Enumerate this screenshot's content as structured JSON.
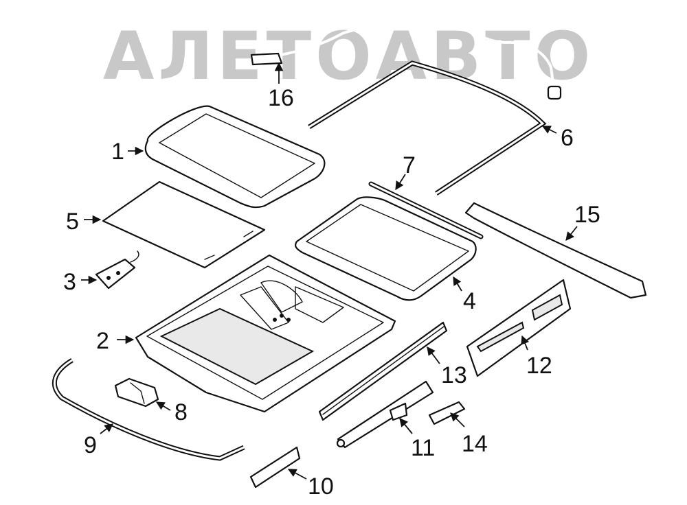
{
  "watermark": {
    "text": "АЛЕТОАВТО",
    "color": "#c8c8c8"
  },
  "callouts": [
    {
      "id": "1",
      "label": "1"
    },
    {
      "id": "2",
      "label": "2"
    },
    {
      "id": "3",
      "label": "3"
    },
    {
      "id": "4",
      "label": "4"
    },
    {
      "id": "5",
      "label": "5"
    },
    {
      "id": "6",
      "label": "6"
    },
    {
      "id": "7",
      "label": "7"
    },
    {
      "id": "8",
      "label": "8"
    },
    {
      "id": "9",
      "label": "9"
    },
    {
      "id": "10",
      "label": "10"
    },
    {
      "id": "11",
      "label": "11"
    },
    {
      "id": "12",
      "label": "12"
    },
    {
      "id": "13",
      "label": "13"
    },
    {
      "id": "14",
      "label": "14"
    },
    {
      "id": "15",
      "label": "15"
    },
    {
      "id": "16",
      "label": "16"
    }
  ]
}
